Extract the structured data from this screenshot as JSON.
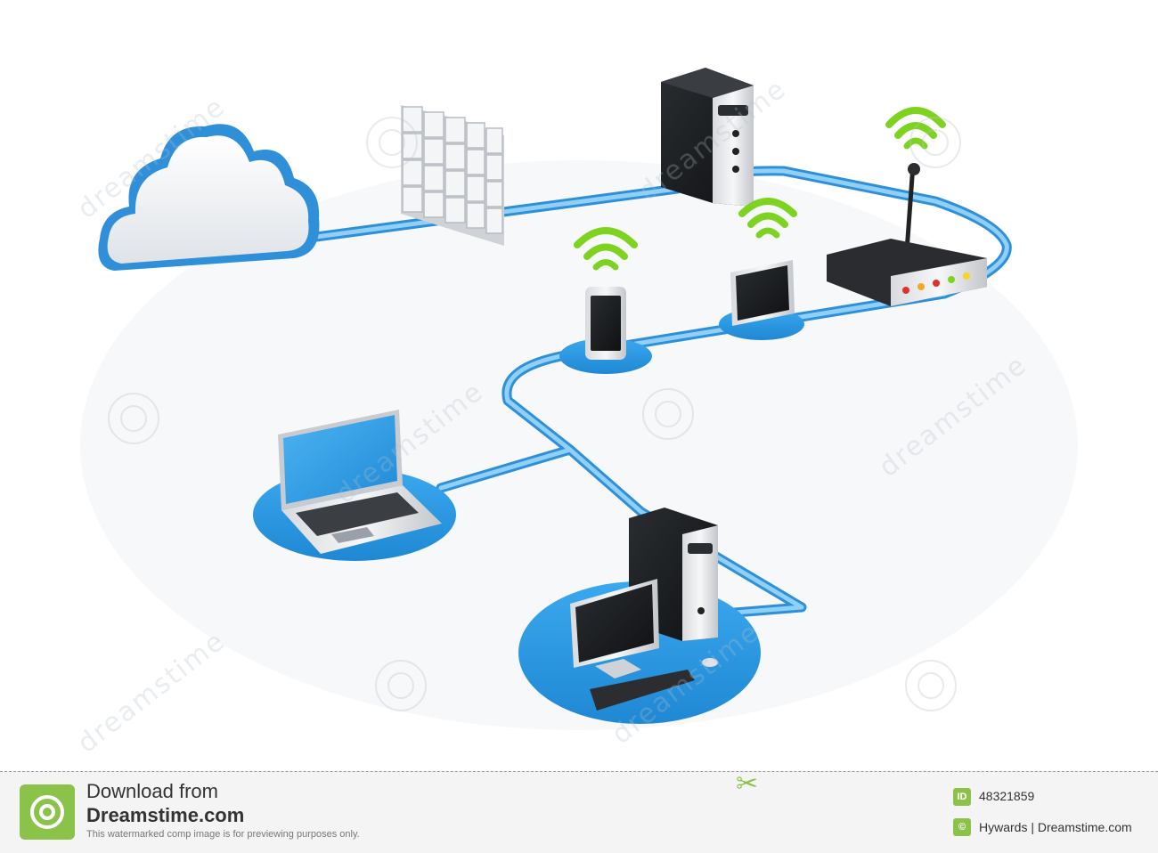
{
  "footer": {
    "download_line1": "Download from",
    "download_line2": "Dreamstime.com",
    "disclaimer": "This watermarked comp image is for previewing purposes only.",
    "id_badge": "ID",
    "image_id": "48321859",
    "copyright_badge": "©",
    "credit": "Hywards | Dreamstime.com"
  },
  "watermark_text": "dreamstime",
  "colors": {
    "network_line": "#3aa0e0",
    "node_pad": "#43a6e6",
    "cloud_outline": "#2f8fd8",
    "wifi_green": "#7ed321",
    "brand_green": "#8bc34a",
    "device_dark": "#1f2124"
  },
  "icons": [
    "cloud-icon",
    "firewall-icon",
    "server-icon",
    "router-icon",
    "wifi-icon",
    "smartphone-icon",
    "tablet-icon",
    "laptop-icon",
    "desktop-computer-icon",
    "scissors-icon"
  ]
}
